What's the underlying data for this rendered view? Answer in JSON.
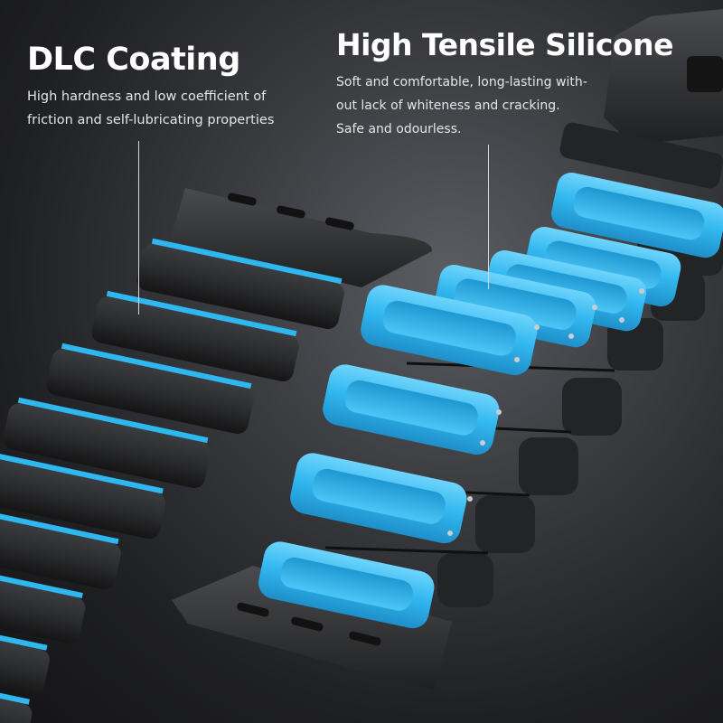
{
  "features": {
    "dlc": {
      "title": "DLC Coating",
      "lines": [
        "High hardness and low coefficient of",
        "friction and self-lubricating properties"
      ]
    },
    "silicone": {
      "title": "High Tensile Silicone",
      "lines": [
        "Soft and comfortable, long-lasting with-",
        "out lack of whiteness and cracking.",
        "Safe and odourless."
      ]
    }
  },
  "colors": {
    "silicone_blue": "#2fb8f0",
    "metal_dark": "#2a2b2d",
    "text": "#ffffff"
  }
}
